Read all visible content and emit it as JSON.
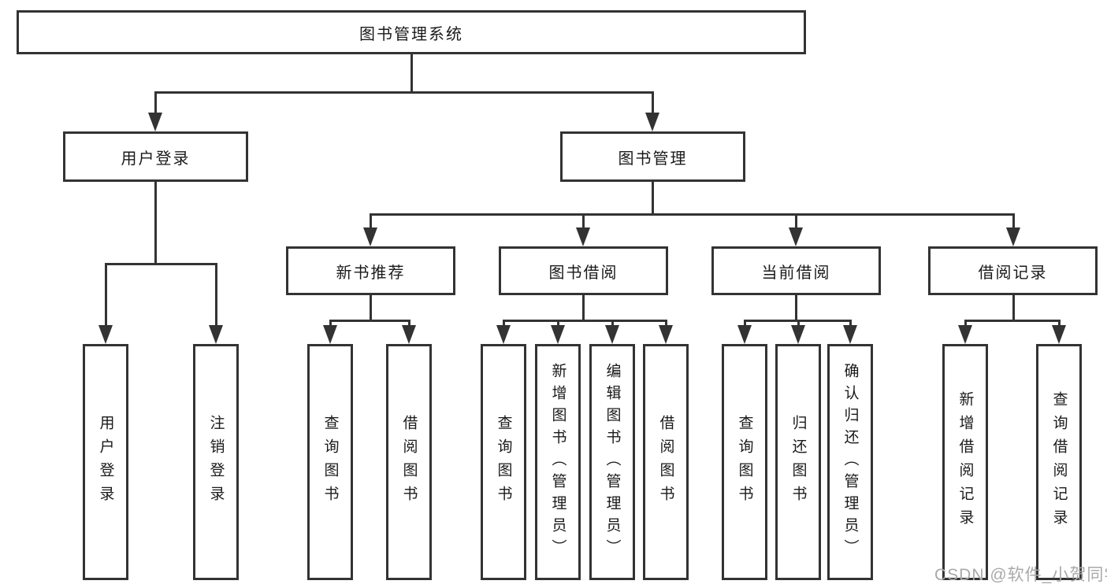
{
  "colors": {
    "line": "#333333",
    "text": "#1a1a1a",
    "watermark_text": "#a9a9a9",
    "background": "#ffffff"
  },
  "diagram": {
    "title": "图书管理系统",
    "level2": {
      "user_login": "用户登录",
      "book_mgmt": "图书管理"
    },
    "level3": {
      "new_rec": "新书推荐",
      "borrow": "图书借阅",
      "current": "当前借阅",
      "records": "借阅记录"
    },
    "leaves": {
      "user_login": "用户登录",
      "logout": "注销登录",
      "rec_search": "查询图书",
      "rec_borrow": "借阅图书",
      "bor_search": "查询图书",
      "bor_add": "新增图书（管理员）",
      "bor_edit": "编辑图书（管理员）",
      "bor_borrow": "借阅图书",
      "cur_search": "查询图书",
      "cur_return": "归还图书",
      "cur_confirm": "确认归还（管理员）",
      "log_add": "新增借阅记录",
      "log_search": "查询借阅记录"
    }
  },
  "watermark": "CSDN @软件_小贺同学"
}
